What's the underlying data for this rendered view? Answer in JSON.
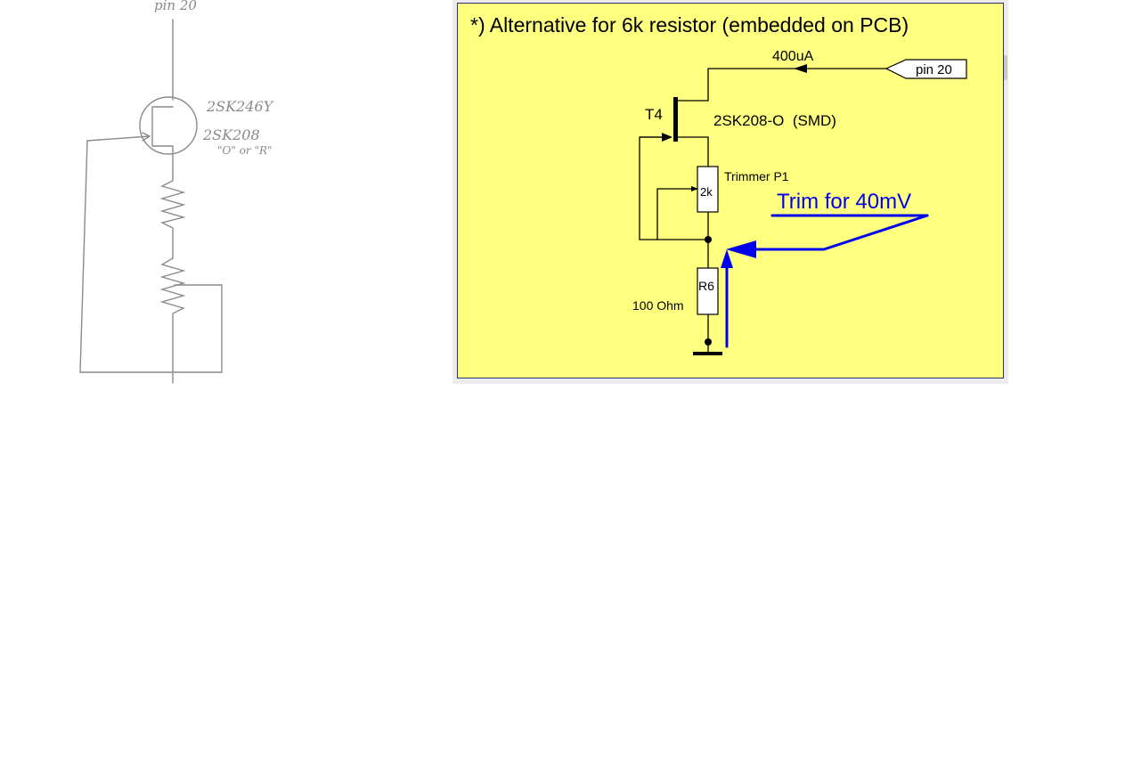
{
  "sketch": {
    "pin_label": "pin 20",
    "part_line1": "2SK246Y",
    "part_line2": "2SK208",
    "part_line3": "\"O\" or \"R\""
  },
  "schematic": {
    "title": "*) Alternative for 6k resistor (embedded on PCB)",
    "current_label": "400uA",
    "pin_label": "pin 20",
    "transistor_ref": "T4",
    "transistor_part": "2SK208-O  (SMD)",
    "trimmer_label": "Trimmer P1",
    "trimmer_value": "2k",
    "resistor_ref": "R6",
    "resistor_value": "100 Ohm",
    "annotation": "Trim for 40mV"
  },
  "colors": {
    "panel_bg": "#ffff80",
    "annotation": "#0000ee",
    "sketch_ink": "#8a8a8a"
  }
}
